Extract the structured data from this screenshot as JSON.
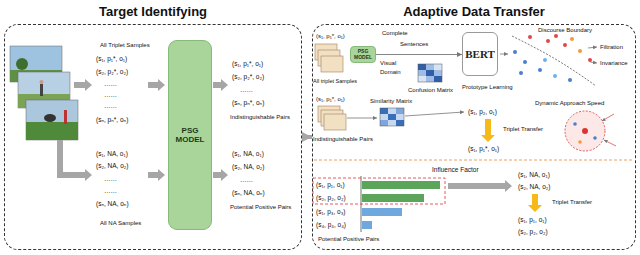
{
  "diagram": {
    "nodes": [
      {
        "text": [
          "Target Identifying"
        ]
      },
      {
        "text": [
          "PSG MODEL"
        ],
        "in": 0
      },
      {
        "text": [
          "Adaptive Data Transfer"
        ]
      },
      {
        "text": [
          "PSG MODEL"
        ],
        "in": 2
      },
      {
        "text": [
          "BERT"
        ],
        "in": 2
      }
    ],
    "edges": [
      {
        "from": 0,
        "to": 2,
        "arrow": "to"
      },
      {
        "from": 3,
        "to": 4,
        "arrow": "to"
      }
    ],
    "labels": [
      "All Triplet Samples",
      "(s₁, p₁*, o₁)",
      "(s₂, p₂*, o₂)",
      "……",
      "……",
      "……",
      "(sₙ, pₙ*, oₙ)",
      "(s₁, NA, o₁)",
      "(s₂, NA, o₂)",
      "……",
      "……",
      "(sₙ, NA, oₙ)",
      "All NA Samples",
      "(s₁, p₁*, o₁)",
      "(s₂, p₂*, o₂)",
      "……",
      "(sₙ, pₙ*, oₙ)",
      "Indistinguishable Pairs",
      "(s₁, NA, o₁)",
      "(s₂, NA, o₂)",
      "……",
      "(sₙ, NA, oₙ)",
      "Potential Positive Pairs",
      "(s₁, p₁*, o₁)",
      "Complete",
      "Sentences",
      "Visual",
      "Domain",
      "Confusion Matrix",
      "All triplet Samples",
      "Discourse Boundary",
      "Filtration",
      "Invariance",
      "Prototype Learning",
      "(s₁, p₁*, o₁)",
      "Similarity Matrix",
      "Indistinguishable Pairs",
      "Dynamic Approach Speed",
      "(s₁, p₂, o₁)",
      "Triplet Transfer",
      "(s₁, p₁*, o₁)",
      "Influence Factor",
      "(s₁, p₁, o₁)",
      "(s₂, p₂, o₂)",
      "(s₁, p₃, o₃)",
      "(s₄, p₄, o₄)",
      "Potential Positive Pairs",
      "(s₁, NA, o₁)",
      "(s₂, NA, o₂)",
      "Triplet Transfer",
      "(s₁, p₁, o₁)",
      "(s₂, p₂, o₂)"
    ]
  }
}
